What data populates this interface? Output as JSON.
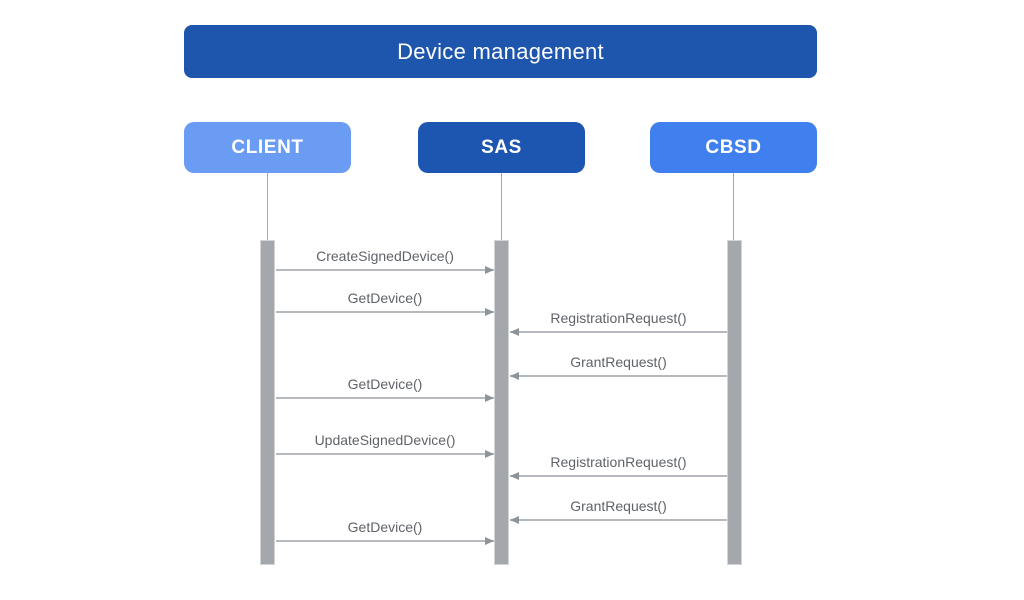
{
  "diagram": {
    "type": "sequence",
    "title": "Device management",
    "actors": [
      {
        "id": "client",
        "label": "CLIENT",
        "color": "#6b9cf3"
      },
      {
        "id": "sas",
        "label": "SAS",
        "color": "#1d56b0"
      },
      {
        "id": "cbsd",
        "label": "CBSD",
        "color": "#4080ee"
      }
    ],
    "messages": [
      {
        "from": "CLIENT",
        "to": "SAS",
        "label": "CreateSignedDevice()"
      },
      {
        "from": "CLIENT",
        "to": "SAS",
        "label": "GetDevice()"
      },
      {
        "from": "CBSD",
        "to": "SAS",
        "label": "RegistrationRequest()"
      },
      {
        "from": "CBSD",
        "to": "SAS",
        "label": "GrantRequest()"
      },
      {
        "from": "CLIENT",
        "to": "SAS",
        "label": "GetDevice()"
      },
      {
        "from": "CLIENT",
        "to": "SAS",
        "label": "UpdateSignedDevice()"
      },
      {
        "from": "CBSD",
        "to": "SAS",
        "label": "RegistrationRequest()"
      },
      {
        "from": "CBSD",
        "to": "SAS",
        "label": "GrantRequest()"
      },
      {
        "from": "CLIENT",
        "to": "SAS",
        "label": "GetDevice()"
      }
    ],
    "colors": {
      "title_bg": "#1e55ad",
      "client_bg": "#6b9cf3",
      "sas_bg": "#1d56b0",
      "cbsd_bg": "#4080ee",
      "activation_bar": "#a4a7ac",
      "arrow_line": "#b6b9bd",
      "arrowhead": "#8f9499",
      "label_text": "#5f6368",
      "actor_text": "#ffffff"
    }
  }
}
